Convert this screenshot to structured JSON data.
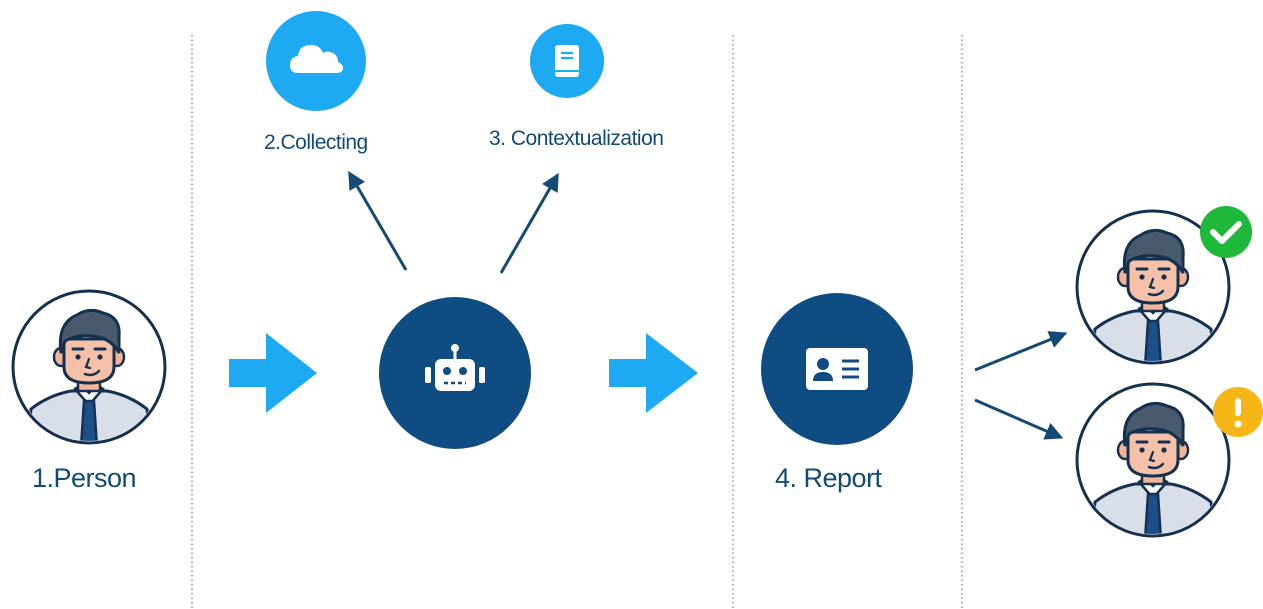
{
  "steps": {
    "person": {
      "label": "1.Person",
      "icon": "person-avatar"
    },
    "collecting": {
      "label": "2.Collecting",
      "icon": "cloud-icon"
    },
    "contextualization": {
      "label": "3. Contextualization",
      "icon": "book-icon"
    },
    "processor": {
      "icon": "robot-icon"
    },
    "report": {
      "label": "4. Report",
      "icon": "id-card-icon"
    }
  },
  "outcomes": [
    {
      "icon": "person-avatar",
      "badge": "check-icon"
    },
    {
      "icon": "person-avatar",
      "badge": "exclamation-icon"
    }
  ],
  "colors": {
    "dark_blue": "#0f4c81",
    "light_blue": "#1ea9f3",
    "arrow_line": "#164a76",
    "success": "#1fb83a",
    "warning": "#f5b616",
    "divider": "#8596a8"
  }
}
